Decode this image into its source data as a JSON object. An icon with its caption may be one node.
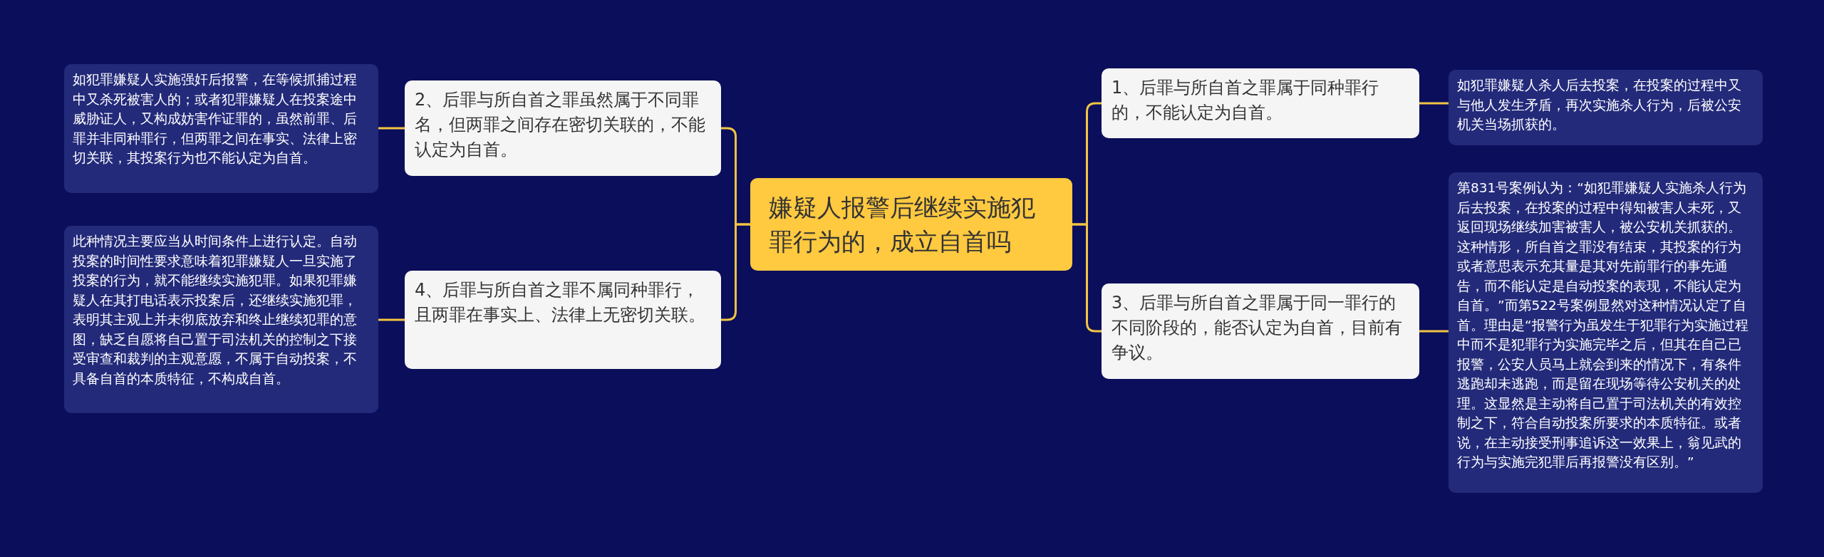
{
  "diagram": {
    "nodes": [
      {
        "text": [
          "嫌疑人报警后继续实施犯罪行为的，成立自首吗"
        ]
      },
      {
        "text": [
          "1、后罪与所自首之罪属于同种罪行的，不能认定为自首。"
        ]
      },
      {
        "text": [
          "如犯罪嫌疑人杀人后去投案，在投案的过程中又与他人发生矛盾，再次实施杀人行为，后被公安机关当场抓获的。"
        ]
      },
      {
        "text": [
          "2、后罪与所自首之罪虽然属于不同罪名，但两罪之间存在密切关联的，不能认定为自首。"
        ]
      },
      {
        "text": [
          "如犯罪嫌疑人实施强奸后报警，在等候抓捕过程中又杀死被害人的；或者犯罪嫌疑人在投案途中威胁证人，又构成妨害作证罪的，虽然前罪、后罪并非同种罪行，但两罪之间在事实、法律上密切关联，其投案行为也不能认定为自首。"
        ]
      },
      {
        "text": [
          "3、后罪与所自首之罪属于同一罪行的不同阶段的，能否认定为自首，目前有争议。"
        ]
      },
      {
        "text": [
          "第831号案例认为：“如犯罪嫌疑人实施杀人行为后去投案，在投案的过程中得知被害人未死，又返回现场继续加害被害人，被公安机关抓获的。这种情形，所自首之罪没有结束，其投案的行为或者意思表示充其量是其对先前罪行的事先通告，而不能认定是自动投案的表现，不能认定为自首。”而第522号案例显然对这种情况认定了自首。理由是“报警行为虽发生于犯罪行为实施过程中而不是犯罪行为实施完毕之后，但其在自己已报警，公安人员马上就会到来的情况下，有条件逃跑却未逃跑，而是留在现场等待公安机关的处理。这显然是主动将自己置于司法机关的有效控制之下，符合自动投案所要求的本质特征。或者说，在主动接受刑事追诉这一效果上，翁见武的行为与实施完犯罪后再报警没有区别。”"
        ]
      },
      {
        "text": [
          "4、后罪与所自首之罪不属同种罪行，且两罪在事实上、法律上无密切关联。"
        ]
      },
      {
        "text": [
          "此种情况主要应当从时间条件上进行认定。自动投案的时间性要求意味着犯罪嫌疑人一旦实施了投案的行为，就不能继续实施犯罪。如果犯罪嫌疑人在其打电话表示投案后，还继续实施犯罪，表明其主观上并未彻底放弃和终止继续犯罪的意图，缺乏自愿将自己置于司法机关的控制之下接受审查和裁判的主观意愿，不属于自动投案，不具备自首的本质特征，不构成自首。"
        ]
      }
    ],
    "edges": [
      {
        "from": 0,
        "to": 1,
        "arrow": "none"
      },
      {
        "from": 0,
        "to": 3,
        "arrow": "none"
      },
      {
        "from": 0,
        "to": 5,
        "arrow": "none"
      },
      {
        "from": 0,
        "to": 7,
        "arrow": "none"
      },
      {
        "from": 1,
        "to": 2,
        "arrow": "none"
      },
      {
        "from": 3,
        "to": 4,
        "arrow": "none"
      },
      {
        "from": 5,
        "to": 6,
        "arrow": "none"
      },
      {
        "from": 7,
        "to": 8,
        "arrow": "none"
      }
    ]
  }
}
